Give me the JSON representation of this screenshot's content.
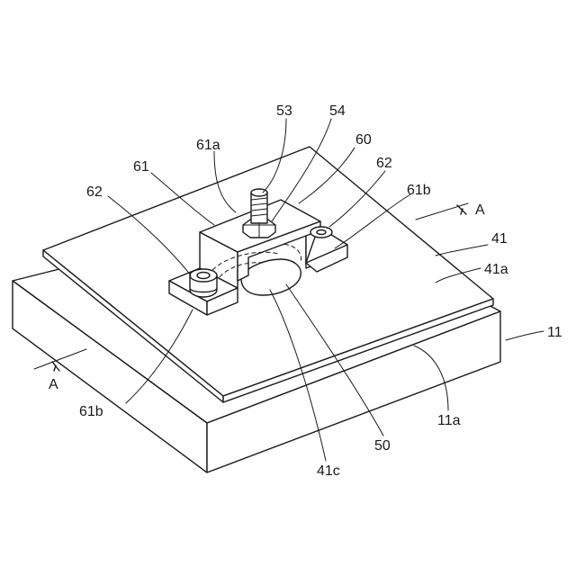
{
  "labels": {
    "l53": "53",
    "l54": "54",
    "l60": "60",
    "l61a": "61a",
    "l61": "61",
    "l62_left": "62",
    "l62_right": "62",
    "l61b_right": "61b",
    "lA_right": "A",
    "l41": "41",
    "l41a": "41a",
    "l11": "11",
    "lA_left": "A",
    "l61b_left": "61b",
    "l11a": "11a",
    "l50": "50",
    "l41c": "41c"
  }
}
